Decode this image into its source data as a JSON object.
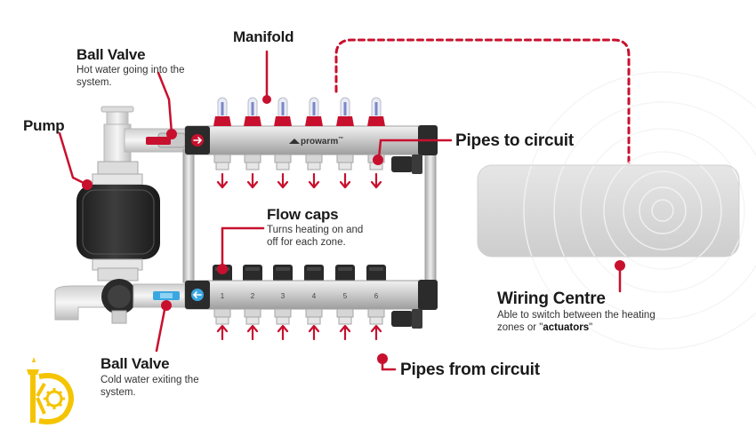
{
  "colors": {
    "accent": "#c8102e",
    "steel": "#d4d4d4",
    "dark": "#2b2b2b",
    "pipe": "#e4e4e4",
    "logo": "#f5c400"
  },
  "icons": [
    "arrow-right-icon",
    "arrow-left-icon",
    "prowarm-logo-icon",
    "kd-logo-icon",
    "arrow-down-icon",
    "arrow-up-icon"
  ],
  "labels": {
    "ball_valve_top": {
      "title": "Ball Valve",
      "desc_line1": "Hot water going into the",
      "desc_line2": "system."
    },
    "manifold": {
      "title": "Manifold"
    },
    "pump": {
      "title": "Pump"
    },
    "pipes_to_circuit": {
      "title": "Pipes to circuit"
    },
    "flow_caps": {
      "title": "Flow caps",
      "desc_line1": "Turns heating on and",
      "desc_line2": "off for each zone."
    },
    "wiring_centre": {
      "title": "Wiring Centre",
      "desc_line1": "Able to switch between the heating",
      "desc_line2_pre": "zones or \"",
      "desc_line2_bold": "actuators",
      "desc_line2_post": "\""
    },
    "ball_valve_bottom": {
      "title": "Ball Valve",
      "desc_line1": "Cold water exiting the",
      "desc_line2": "system."
    },
    "pipes_from_circuit": {
      "title": "Pipes from circuit"
    }
  },
  "manifold": {
    "brand": "prowarm",
    "brand_tm": "™",
    "ports": [
      "1",
      "2",
      "3",
      "4",
      "5",
      "6"
    ]
  }
}
